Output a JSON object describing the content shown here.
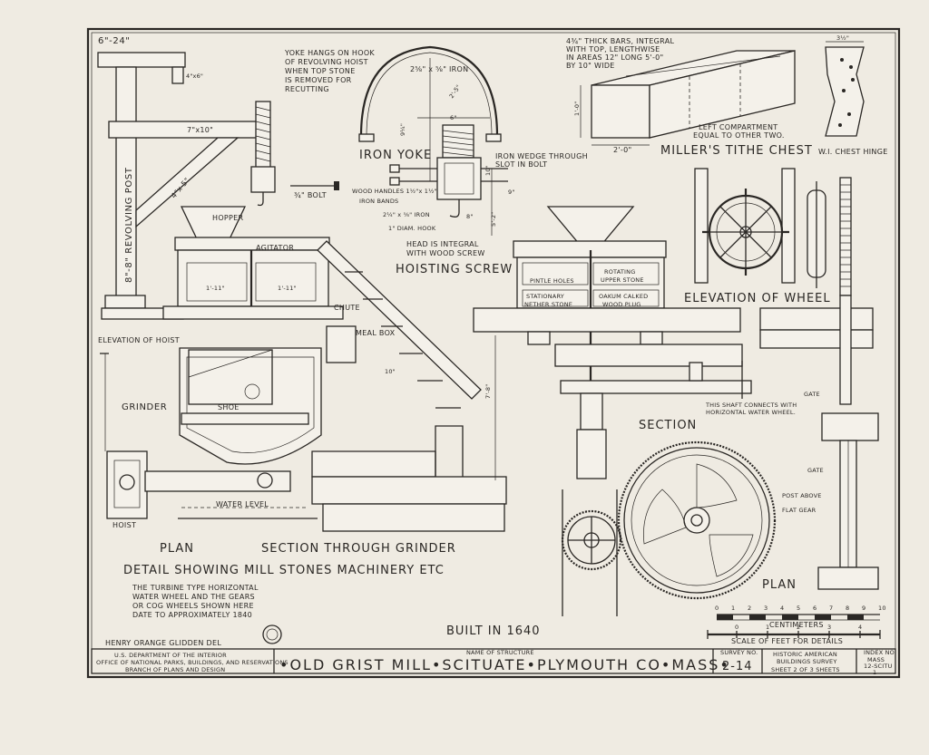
{
  "labels": {
    "elevation_hoist": "ELEVATION OF HOIST",
    "revolving_post": "8\"-8\" REVOLVING POST",
    "dim_6x24": "6\"-24\"",
    "dim_4x6": "4\"x6\"",
    "dim_7x10": "7\"x10\"",
    "dim_4x5": "4\"x 5\"",
    "hopper": "HOPPER",
    "agitator": "AGITATOR",
    "chute": "CHUTE",
    "meal_box": "MEAL BOX",
    "grinder": "GRINDER",
    "shoe": "SHOE",
    "water_level": "WATER LEVEL",
    "hoist": "HOIST",
    "plan_left": "PLAN",
    "section_through_grinder": "SECTION THROUGH GRINDER",
    "detail_caption": "DETAIL SHOWING MILL STONES MACHINERY ETC",
    "note_1": "THE TURBINE TYPE HORIZONTAL",
    "note_2": "WATER WHEEL AND THE GEARS",
    "note_3": "OR COG WHEELS SHOWN HERE",
    "note_4": "DATE TO APPROXIMATELY 1840",
    "delineator": "HENRY ORANGE GLIDDEN DEL",
    "built": "BUILT IN 1640",
    "yoke_note_1": "YOKE HANGS ON HOOK",
    "yoke_note_2": "OF REVOLVING HOIST",
    "yoke_note_3": "WHEN TOP STONE",
    "yoke_note_4": "IS REMOVED FOR",
    "yoke_note_5": "RECUTTING",
    "iron_dim": "2⅝\" x ⅝\" IRON",
    "iron_yoke": "IRON YOKE",
    "bolt": "¾\" BOLT",
    "wedge_1": "IRON WEDGE THROUGH",
    "wedge_2": "SLOT IN BOLT",
    "wood_handles": "WOOD HANDLES 1½\"x 1½\"",
    "iron_bands": "IRON BANDS",
    "iron_small": "2¼\" x ⅝\" IRON",
    "hook": "1\" DIAM. HOOK",
    "head_1": "HEAD IS INTEGRAL",
    "head_2": "WITH WOOD SCREW",
    "hoisting_screw": "HOISTING SCREW",
    "chest_1": "4¾\" THICK BARS, INTEGRAL",
    "chest_2": "WITH TOP, LENGTHWISE",
    "chest_3": "IN AREAS 12\" LONG 5'-0\"",
    "chest_4": "BY 10\" WIDE",
    "left_comp_1": "LEFT COMPARTMENT",
    "left_comp_2": "EQUAL TO OTHER TWO.",
    "millers_chest": "MILLER'S TITHE CHEST",
    "dim_2_0": "2'-0\"",
    "dim_1_0": "1'-0\"",
    "hinge": "W.I. CHEST HINGE",
    "pintle": "PINTLE HOLES",
    "rotating_1": "ROTATING",
    "rotating_2": "UPPER STONE",
    "stationary_1": "STATIONARY",
    "stationary_2": "NETHER STONE",
    "oakum_1": "OAKUM CALKED",
    "oakum_2": "WOOD PLUG",
    "elevation_wheel": "ELEVATION OF WHEEL",
    "shaft_1": "THIS SHAFT CONNECTS WITH",
    "shaft_2": "HORIZONTAL WATER WHEEL.",
    "section": "SECTION",
    "gate_1": "GATE",
    "gate_2": "GATE",
    "post_above": "POST ABOVE",
    "flat_gear": "FLAT GEAR",
    "plan_right": "PLAN",
    "centimeters": "CENTIMETERS",
    "scale_feet": "SCALE OF FEET FOR DETAILS",
    "dim_1_11a": "1'-11\"",
    "dim_1_11b": "1'-11\"",
    "dim_10": "10\"",
    "dim_7_8": "7'-8\"",
    "dim_9": "9\"",
    "dim_6": "6\"",
    "dim_5_2": "5'-2\"",
    "dim_8": "8\"",
    "dim_2_5": "2'-5\"",
    "dim_9_2": "9¼\"",
    "dim_10_5": "10\"",
    "dim_3_2": "3½\""
  },
  "scale_cm": [
    "0",
    "1",
    "2",
    "3",
    "4",
    "5",
    "6",
    "7",
    "8",
    "9",
    "10"
  ],
  "scale_ft": [
    "0",
    "1",
    "2",
    "3",
    "4"
  ],
  "title_block": {
    "dept_1": "U.S. DEPARTMENT OF THE INTERIOR",
    "dept_2": "OFFICE OF NATIONAL PARKS, BUILDINGS, AND RESERVATIONS",
    "dept_3": "BRANCH OF PLANS AND DESIGN",
    "name_caption": "NAME OF STRUCTURE",
    "structure": "•OLD GRIST MILL•SCITUATE•PLYMOUTH CO•MASS•",
    "survey_caption": "SURVEY NO.",
    "survey_no": "2-14",
    "habs_1": "HISTORIC AMERICAN",
    "habs_2": "BUILDINGS SURVEY",
    "sheet": "SHEET 2 OF 3 SHEETS",
    "index_caption": "INDEX NO.",
    "index_1": "MASS",
    "index_2": "12-SCITU",
    "index_3": "1"
  }
}
